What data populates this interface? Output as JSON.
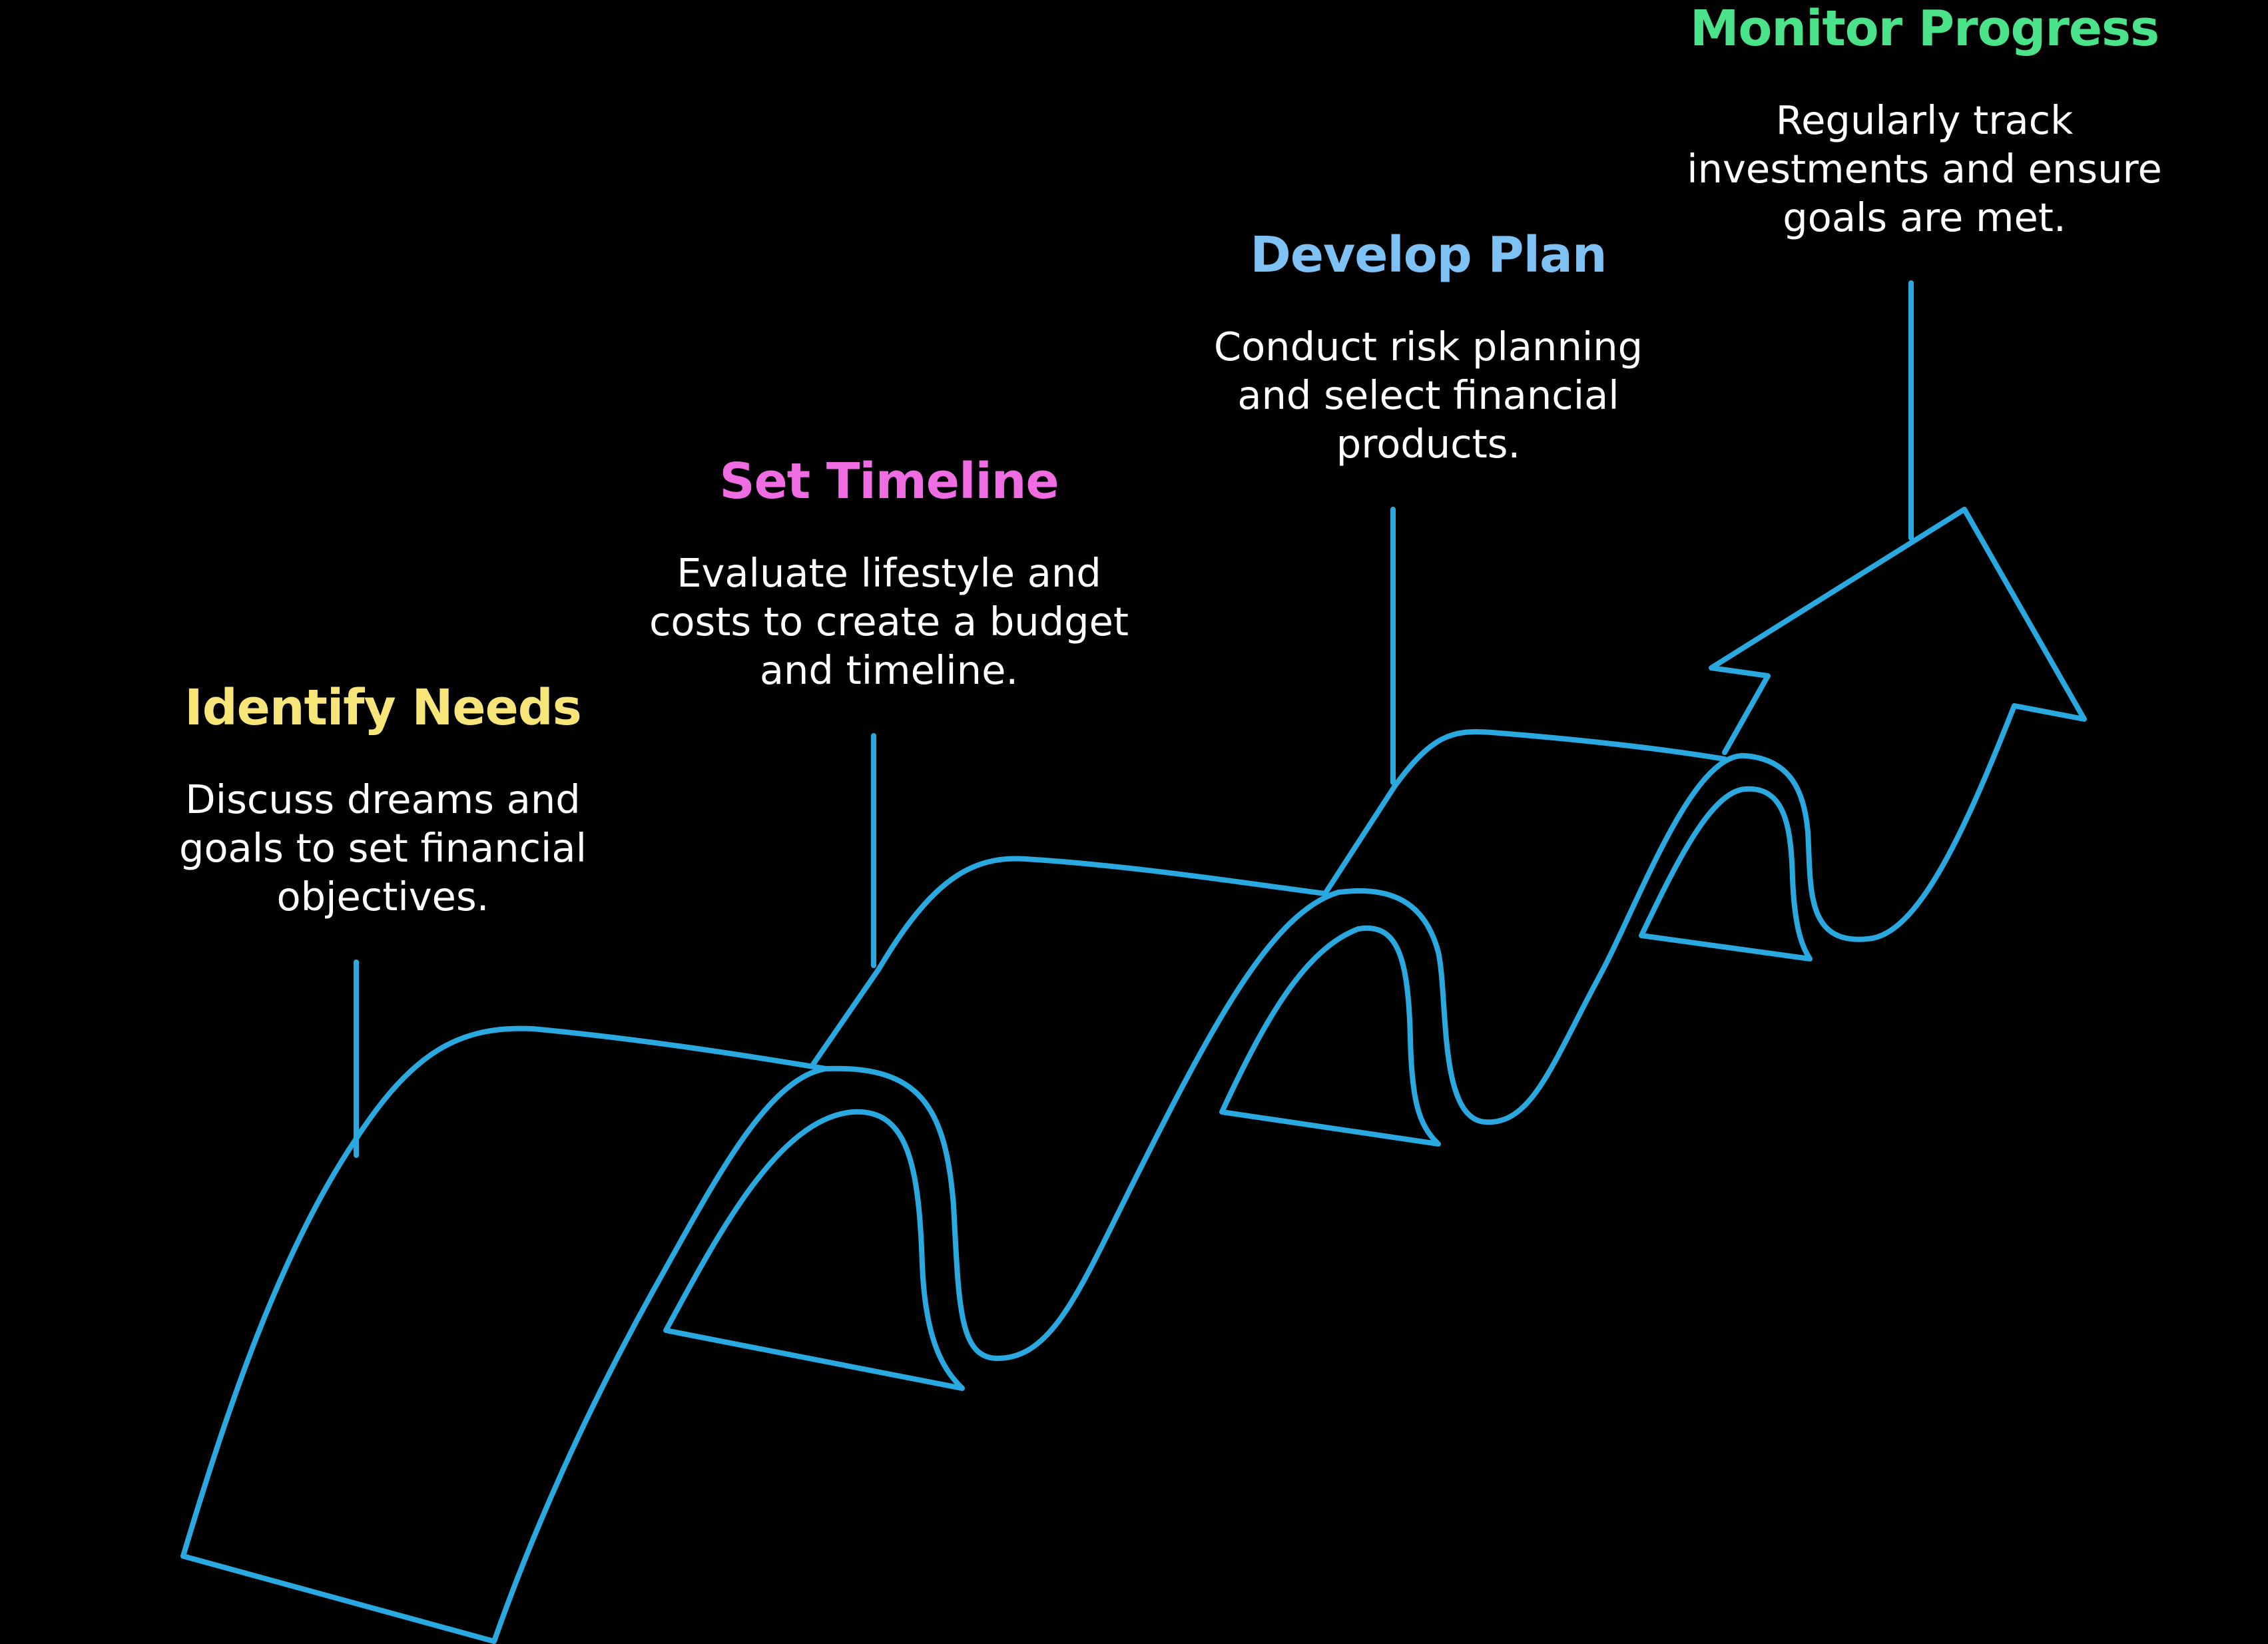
{
  "colors": {
    "background": "#000000",
    "line": "#29a9e0",
    "description": "#ffffff"
  },
  "steps": [
    {
      "title": "Identify Needs",
      "color": "#f7e57a",
      "lines": [
        "Discuss dreams and",
        "goals to set financial",
        "objectives."
      ]
    },
    {
      "title": "Set Timeline",
      "color": "#f06ce2",
      "lines": [
        "Evaluate lifestyle and",
        "costs to create a budget",
        "and timeline."
      ]
    },
    {
      "title": "Develop Plan",
      "color": "#7ec2f5",
      "lines": [
        "Conduct risk planning",
        "and select financial",
        "products."
      ]
    },
    {
      "title": "Monitor Progress",
      "color": "#4be38a",
      "lines": [
        "Regularly track",
        "investments and ensure",
        "goals are met."
      ]
    }
  ]
}
